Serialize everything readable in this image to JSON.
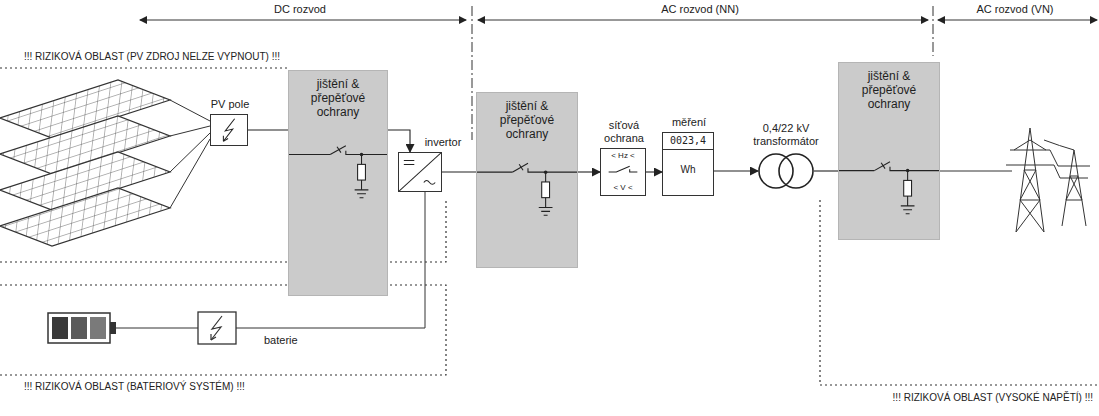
{
  "diagram": {
    "nodes": [
      {
        "text": [
          "PV pole"
        ]
      },
      {
        "text": [
          "jištění & přepěťové ochrany"
        ]
      },
      {
        "text": [
          "invertor"
        ]
      },
      {
        "text": [
          "jištění & přepěťové ochrany"
        ]
      },
      {
        "text": [
          "síťová ochrana",
          "< Hz <",
          "< V <"
        ]
      },
      {
        "text": [
          "měření",
          "0023,4",
          "Wh"
        ]
      },
      {
        "text": [
          "0,4/22 kV transformátor"
        ]
      },
      {
        "text": [
          "jištění & přepěťové ochrany"
        ]
      }
    ],
    "edges": [
      {
        "from": 0,
        "to": 1,
        "arrow": "none"
      },
      {
        "from": 1,
        "to": 2,
        "arrow": "to"
      },
      {
        "from": 2,
        "to": 3,
        "arrow": "none"
      },
      {
        "from": 3,
        "to": 4,
        "arrow": "to"
      },
      {
        "from": 4,
        "to": 5,
        "arrow": "to"
      },
      {
        "from": 5,
        "to": 6,
        "arrow": "to"
      },
      {
        "from": 6,
        "to": 7,
        "arrow": "none"
      }
    ],
    "labels": [
      "DC rozvod",
      "AC rozvod (NN)",
      "AC rozvod (VN)",
      "!!! RIZIKOVÁ OBLAST (PV ZDROJ NELZE VYPNOUT) !!!",
      "baterie",
      "!!! RIZIKOVÁ OBLAST (BATERIOVÝ SYSTÉM) !!!",
      "!!! RIZIKOVÁ OBLAST (VYSOKÉ NAPĚTÍ) !!!"
    ]
  }
}
